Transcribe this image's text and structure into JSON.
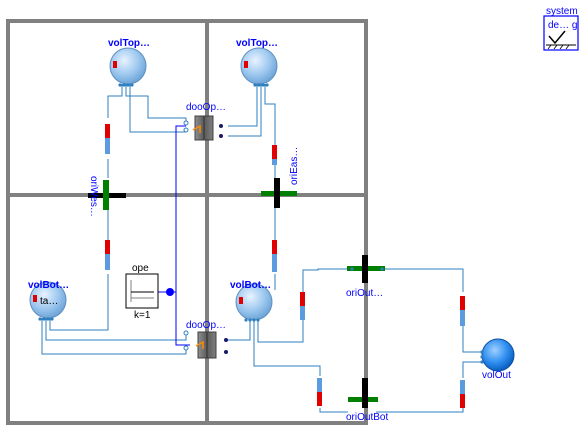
{
  "components": {
    "volTopWest": "volTop…",
    "volTopEast": "volTop…",
    "doorTop": "dooOp…",
    "oriWest": "oriWes…",
    "oriEast": "oriEas…",
    "volBotWest": "volBot…",
    "volBotWestInner": "ta…",
    "volBotEast": "volBot…",
    "doorBot": "dooOp…",
    "oriOutTop": "oriOut…",
    "oriOutBot": "oriOutBot",
    "volOut": "volOut",
    "ope": "ope",
    "opeParam": "k=1",
    "system": "system",
    "systemIcon": "de… g"
  },
  "colors": {
    "wall": "#808080",
    "wire": "#2f7fbf",
    "signal": "#0000ff",
    "label": "#0000ff",
    "volume": "#9ec8ef",
    "port_red": "#e00000",
    "port_blue": "#5c9be0",
    "orifice_black": "#000000",
    "orifice_green": "#008000",
    "door": "#6e6e6e",
    "door_arrow": "#ff8c00"
  }
}
